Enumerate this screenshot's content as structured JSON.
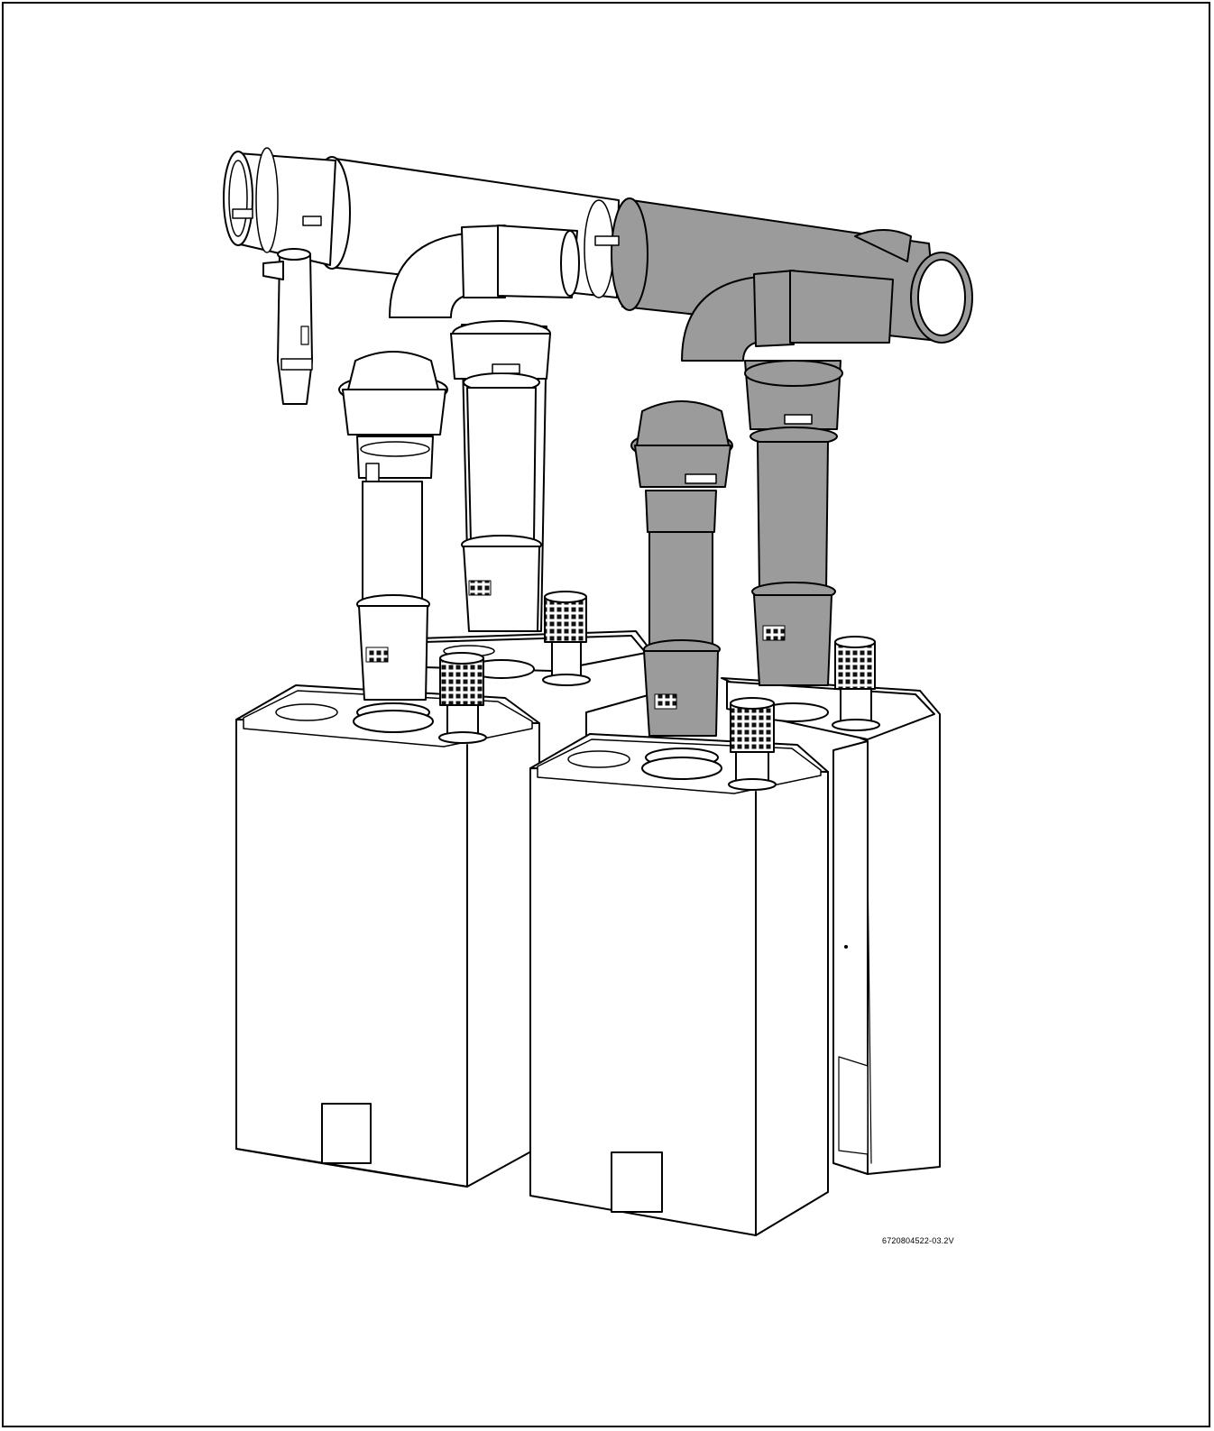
{
  "figure": {
    "code": "6720804522-03.2V"
  },
  "colors": {
    "outline": "#000000",
    "highlight_fill": "#9b9b9b",
    "base_fill": "#ffffff"
  },
  "components": [
    {
      "name": "boiler-unit",
      "count": 4
    },
    {
      "name": "flue-header-pipe",
      "count": 1
    },
    {
      "name": "condensate-trap",
      "count": 1
    },
    {
      "name": "air-inlet-terminal",
      "count": 4
    }
  ]
}
